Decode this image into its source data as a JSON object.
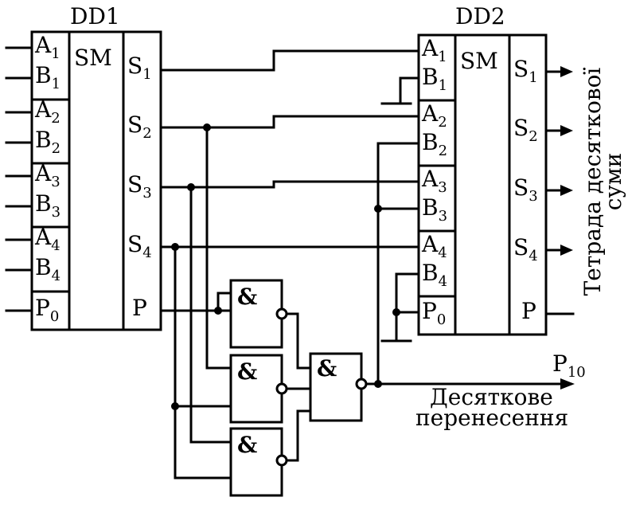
{
  "dd1": {
    "title": "DD1",
    "func": "SM",
    "inputs": [
      {
        "letter": "A",
        "index": "1"
      },
      {
        "letter": "B",
        "index": "1"
      },
      {
        "letter": "A",
        "index": "2"
      },
      {
        "letter": "B",
        "index": "2"
      },
      {
        "letter": "A",
        "index": "3"
      },
      {
        "letter": "B",
        "index": "3"
      },
      {
        "letter": "A",
        "index": "4"
      },
      {
        "letter": "B",
        "index": "4"
      },
      {
        "letter": "P",
        "index": "0"
      }
    ],
    "outputs": [
      {
        "letter": "S",
        "index": "1"
      },
      {
        "letter": "S",
        "index": "2"
      },
      {
        "letter": "S",
        "index": "3"
      },
      {
        "letter": "S",
        "index": "4"
      },
      {
        "letter": "P",
        "index": ""
      }
    ]
  },
  "dd2": {
    "title": "DD2",
    "func": "SM",
    "inputs": [
      {
        "letter": "A",
        "index": "1"
      },
      {
        "letter": "B",
        "index": "1"
      },
      {
        "letter": "A",
        "index": "2"
      },
      {
        "letter": "B",
        "index": "2"
      },
      {
        "letter": "A",
        "index": "3"
      },
      {
        "letter": "B",
        "index": "3"
      },
      {
        "letter": "A",
        "index": "4"
      },
      {
        "letter": "B",
        "index": "4"
      },
      {
        "letter": "P",
        "index": "0"
      }
    ],
    "outputs": [
      {
        "letter": "S",
        "index": "1"
      },
      {
        "letter": "S",
        "index": "2"
      },
      {
        "letter": "S",
        "index": "3"
      },
      {
        "letter": "S",
        "index": "4"
      },
      {
        "letter": "P",
        "index": ""
      }
    ]
  },
  "gates": {
    "gate1": "&",
    "gate2": "&",
    "gate3": "&",
    "gate4": "&"
  },
  "labels": {
    "carry_out": "P",
    "carry_out_index": "10",
    "carry_line1": "Десяткове",
    "carry_line2": "перенесення",
    "output_line1": "Тетрада десяткової",
    "output_line2": "суми"
  }
}
